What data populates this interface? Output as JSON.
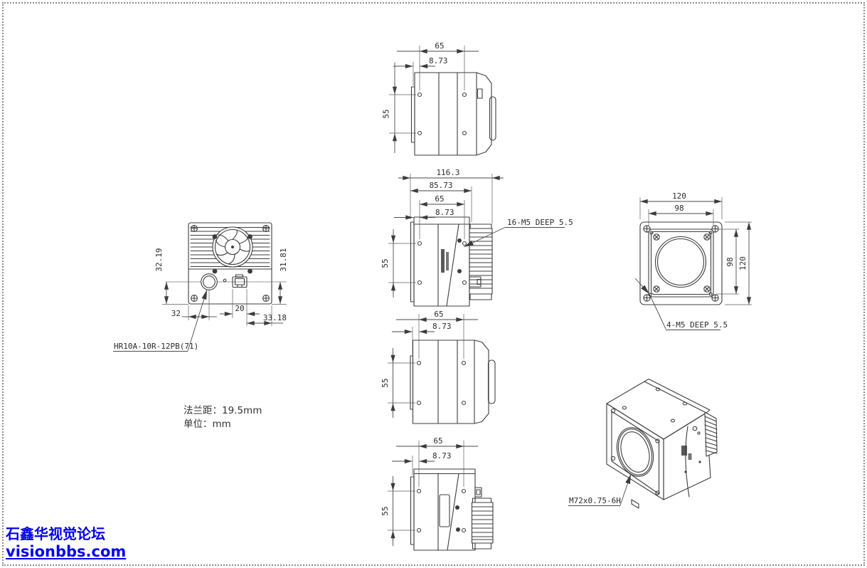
{
  "page": {
    "watermark": {
      "line1": "石鑫华视觉论坛",
      "line2": "visionbbs.com",
      "color": "#0000ee"
    },
    "notes": {
      "flange_distance": "法兰距：19.5mm",
      "unit": "单位：mm"
    }
  },
  "views": {
    "side_top": {
      "dim_hole_spacing": "65",
      "dim_hole_offset": "8.73",
      "dim_hole_row_spacing": "55"
    },
    "side_main": {
      "dim_overall_depth": "116.3",
      "dim_body_depth": "85.73",
      "dim_hole_spacing": "65",
      "dim_hole_offset": "8.73",
      "dim_hole_row_spacing": "55",
      "label_side_holes": "16-M5 DEEP 5.5"
    },
    "front": {
      "dim_outer_width": "120",
      "dim_inner_width": "98",
      "dim_inner_height": "98",
      "dim_outer_height": "120",
      "label_mount_holes": "4-M5 DEEP 5.5"
    },
    "rear": {
      "dim_connector_to_bottom": "32.19",
      "dim_rj45_to_bottom": "31.81",
      "dim_connector_from_left": "32",
      "dim_rj45_width": "20",
      "dim_rj45_from_right": "33.18",
      "label_power_connector": "HR10A-10R-12PB(71)"
    },
    "side_lens": {
      "dim_hole_spacing": "65",
      "dim_hole_offset": "8.73",
      "dim_hole_row_spacing": "55"
    },
    "side_heatsink": {
      "dim_hole_spacing": "65",
      "dim_hole_offset": "8.73",
      "dim_hole_row_spacing": "55"
    },
    "iso": {
      "label_lens_mount": "M72x0.75-6H"
    }
  }
}
